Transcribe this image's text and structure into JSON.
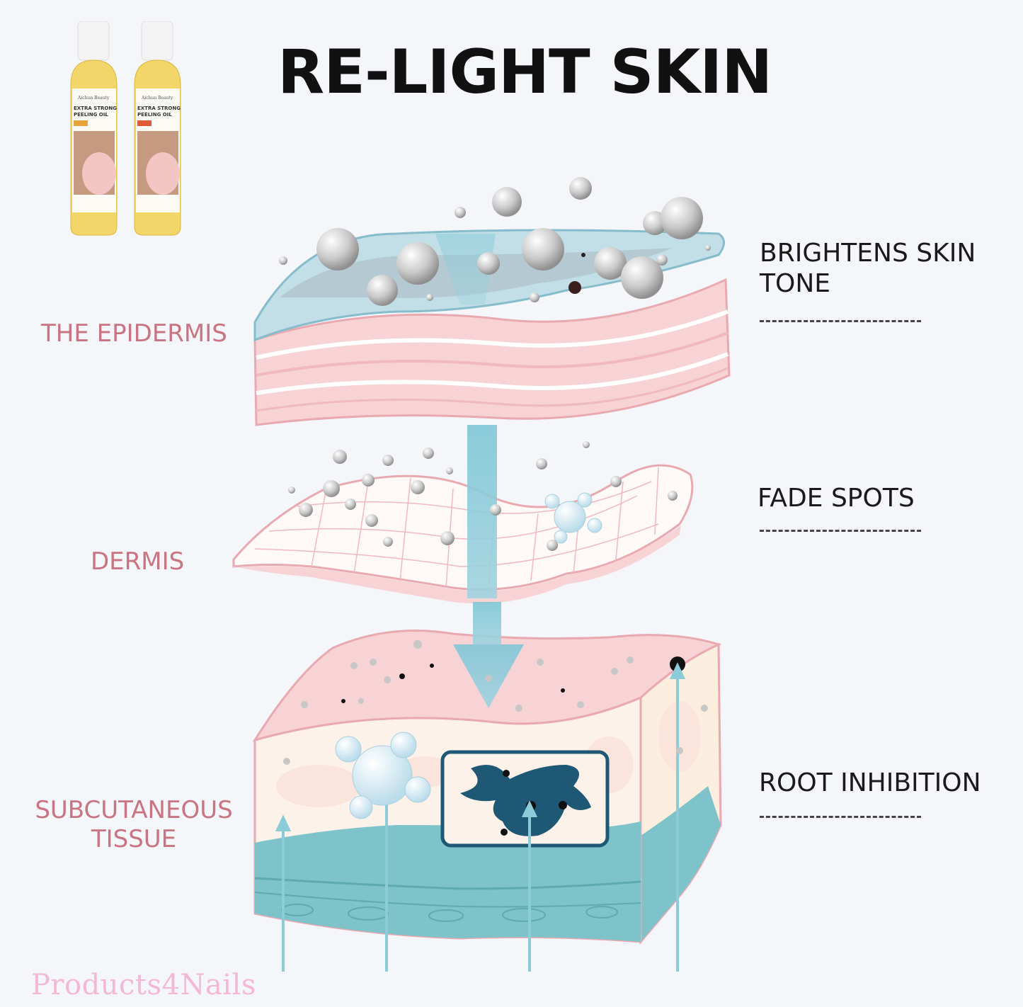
{
  "title": "RE-LIGHT SKIN",
  "layers": {
    "epidermis": "THE EPIDERMIS",
    "dermis": "DERMIS",
    "subcutaneous_line1": "SUBCUTANEOUS",
    "subcutaneous_line2": "TISSUE"
  },
  "benefits": {
    "brightens_line1": "BRIGHTENS SKIN",
    "brightens_line2": "TONE",
    "fade_spots": "FADE SPOTS",
    "root_inhibition": "ROOT INHIBITION"
  },
  "product": {
    "brand": "Aichun Beauty",
    "name_line1": "EXTRA STRONG",
    "name_line2": "PEELING OIL"
  },
  "watermark": "Products4Nails",
  "colors": {
    "label_pink": "#c97482",
    "skin_pink": "#f7d3d6",
    "epidermis_blue": "#bcdde6",
    "tissue_teal": "#7dc3c9",
    "arrow_blue": "#8ccbd8",
    "melanocyte": "#1f5874"
  }
}
